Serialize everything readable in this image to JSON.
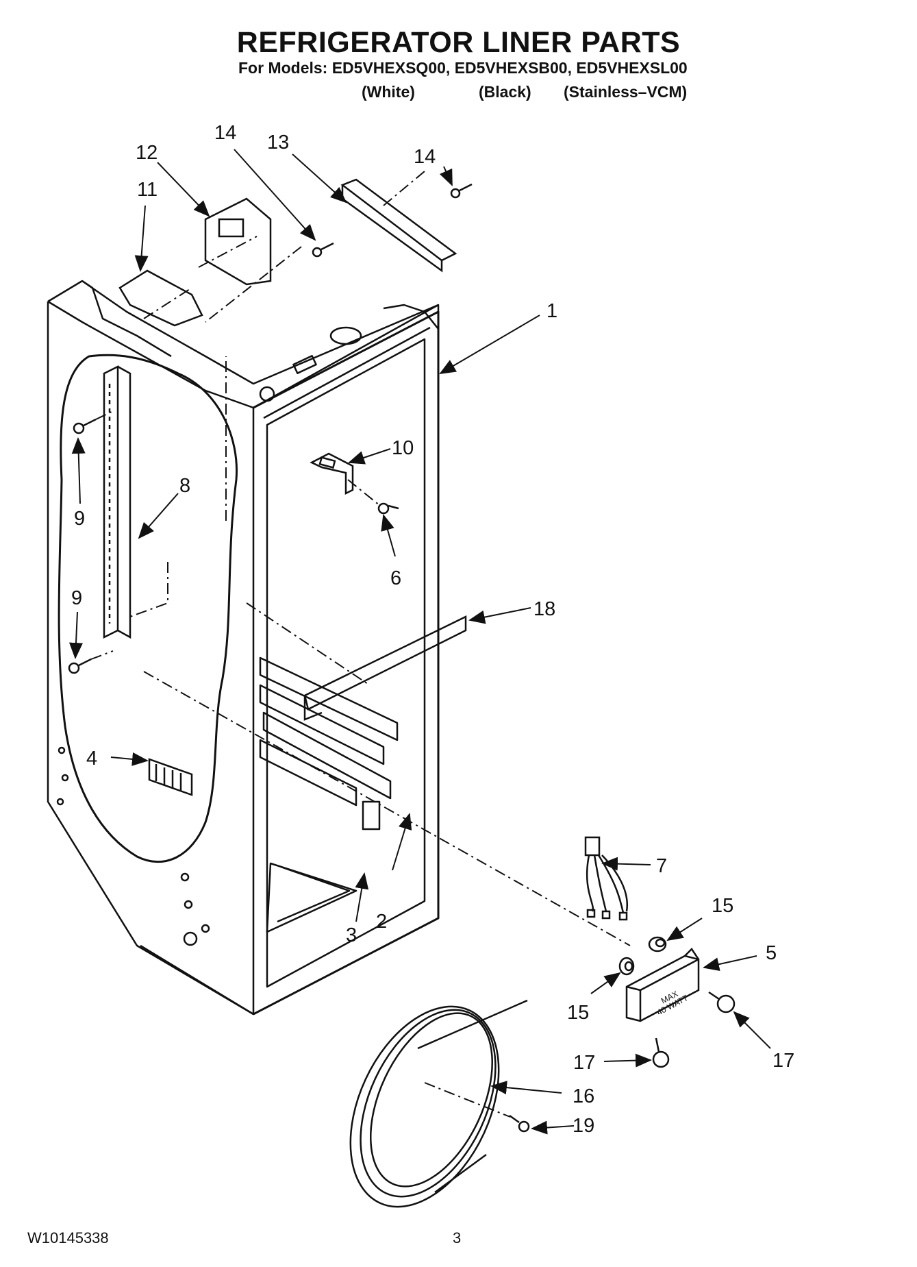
{
  "header": {
    "title": "REFRIGERATOR LINER PARTS",
    "models_line": "For Models: ED5VHEXSQ00, ED5VHEXSB00, ED5VHEXSL00",
    "variants": [
      "(White)",
      "(Black)",
      "(Stainless–VCM)"
    ]
  },
  "lamp_label": {
    "line1": "MAX",
    "line2": "40 WATT"
  },
  "callouts": [
    {
      "id": "c1",
      "number": "1"
    },
    {
      "id": "c2",
      "number": "2"
    },
    {
      "id": "c3",
      "number": "3"
    },
    {
      "id": "c4",
      "number": "4"
    },
    {
      "id": "c5",
      "number": "5"
    },
    {
      "id": "c6",
      "number": "6"
    },
    {
      "id": "c7",
      "number": "7"
    },
    {
      "id": "c8",
      "number": "8"
    },
    {
      "id": "c9a",
      "number": "9"
    },
    {
      "id": "c9b",
      "number": "9"
    },
    {
      "id": "c10",
      "number": "10"
    },
    {
      "id": "c11",
      "number": "11"
    },
    {
      "id": "c12",
      "number": "12"
    },
    {
      "id": "c13",
      "number": "13"
    },
    {
      "id": "c14a",
      "number": "14"
    },
    {
      "id": "c14b",
      "number": "14"
    },
    {
      "id": "c15a",
      "number": "15"
    },
    {
      "id": "c15b",
      "number": "15"
    },
    {
      "id": "c16",
      "number": "16"
    },
    {
      "id": "c17a",
      "number": "17"
    },
    {
      "id": "c17b",
      "number": "17"
    },
    {
      "id": "c18",
      "number": "18"
    },
    {
      "id": "c19",
      "number": "19"
    }
  ],
  "footer": {
    "doc_number": "W10145338",
    "page_number": "3"
  }
}
